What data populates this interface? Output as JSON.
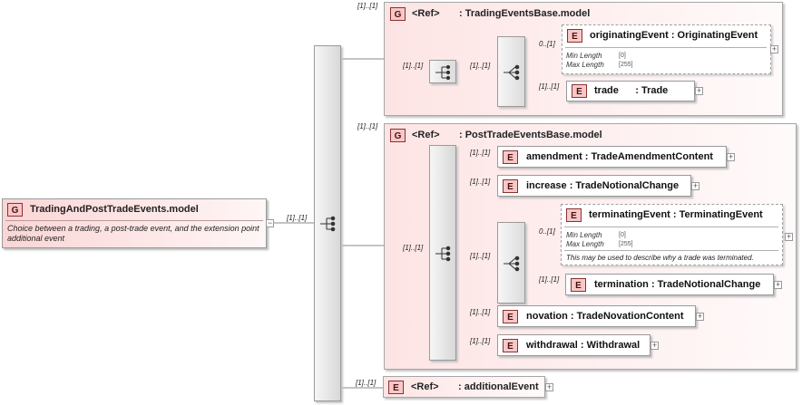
{
  "root": {
    "badge": "G",
    "title": "TradingAndPostTradeEvents.model",
    "description": "Choice between a trading, a post-trade event, and the extension point additional event",
    "expander": "−"
  },
  "choice_card": "[1]..[1]",
  "trading": {
    "card": "[1]..[1]",
    "badge": "G",
    "ref": "<Ref>",
    "name": ": TradingEventsBase.model",
    "seq_card": "[1]..[1]",
    "choice_card": "[1]..[1]",
    "originating": {
      "card": "0..[1]",
      "badge": "E",
      "title": "originatingEvent : OriginatingEvent",
      "min_label": "Min Length",
      "min_value": "[0]",
      "max_label": "Max Length",
      "max_value": "[255]",
      "expander": "+"
    },
    "trade": {
      "card": "[1]..[1]",
      "badge": "E",
      "title": "trade      : Trade",
      "expander": "+"
    }
  },
  "posttrade": {
    "card": "[1]..[1]",
    "badge": "G",
    "ref": "<Ref>",
    "name": ": PostTradeEventsBase.model",
    "choice_card": "[1]..[1]",
    "amendment": {
      "card": "[1]..[1]",
      "badge": "E",
      "title": "amendment : TradeAmendmentContent",
      "expander": "+"
    },
    "increase": {
      "card": "[1]..[1]",
      "badge": "E",
      "title": "increase : TradeNotionalChange",
      "expander": "+"
    },
    "inner_seq_card": "[1]..[1]",
    "terminating": {
      "card": "0..[1]",
      "badge": "E",
      "title": "terminatingEvent : TerminatingEvent",
      "min_label": "Min Length",
      "min_value": "[0]",
      "max_label": "Max Length",
      "max_value": "[255]",
      "annotation": "This may be used to describe why a trade was terminated.",
      "expander": "+"
    },
    "termination": {
      "card": "[1]..[1]",
      "badge": "E",
      "title": "termination : TradeNotionalChange",
      "expander": "+"
    },
    "novation": {
      "card": "[1]..[1]",
      "badge": "E",
      "title": "novation : TradeNovationContent",
      "expander": "+"
    },
    "withdrawal": {
      "card": "[1]..[1]",
      "badge": "E",
      "title": "withdrawal : Withdrawal",
      "expander": "+"
    }
  },
  "additional": {
    "card": "[1]..[1]",
    "badge": "E",
    "ref": "<Ref>",
    "name": ": additionalEvent",
    "expander": "+"
  }
}
